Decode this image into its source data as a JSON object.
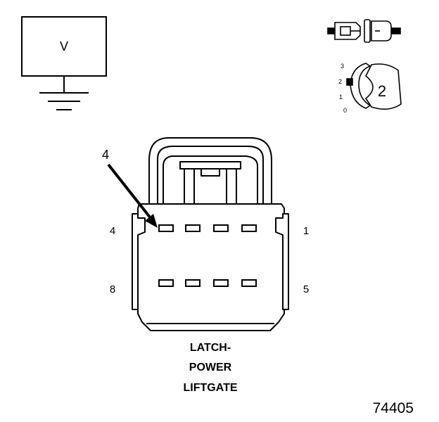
{
  "meter": {
    "symbol": "V"
  },
  "probe_test": {
    "number": "2",
    "positions": [
      "3",
      "2",
      "1",
      "0"
    ]
  },
  "connector": {
    "callout": "4",
    "pins": {
      "top_left": "4",
      "top_right": "1",
      "bottom_left": "8",
      "bottom_right": "5"
    },
    "caption": [
      "LATCH-",
      "POWER",
      "LIFTGATE"
    ]
  },
  "figure_number": "74405"
}
